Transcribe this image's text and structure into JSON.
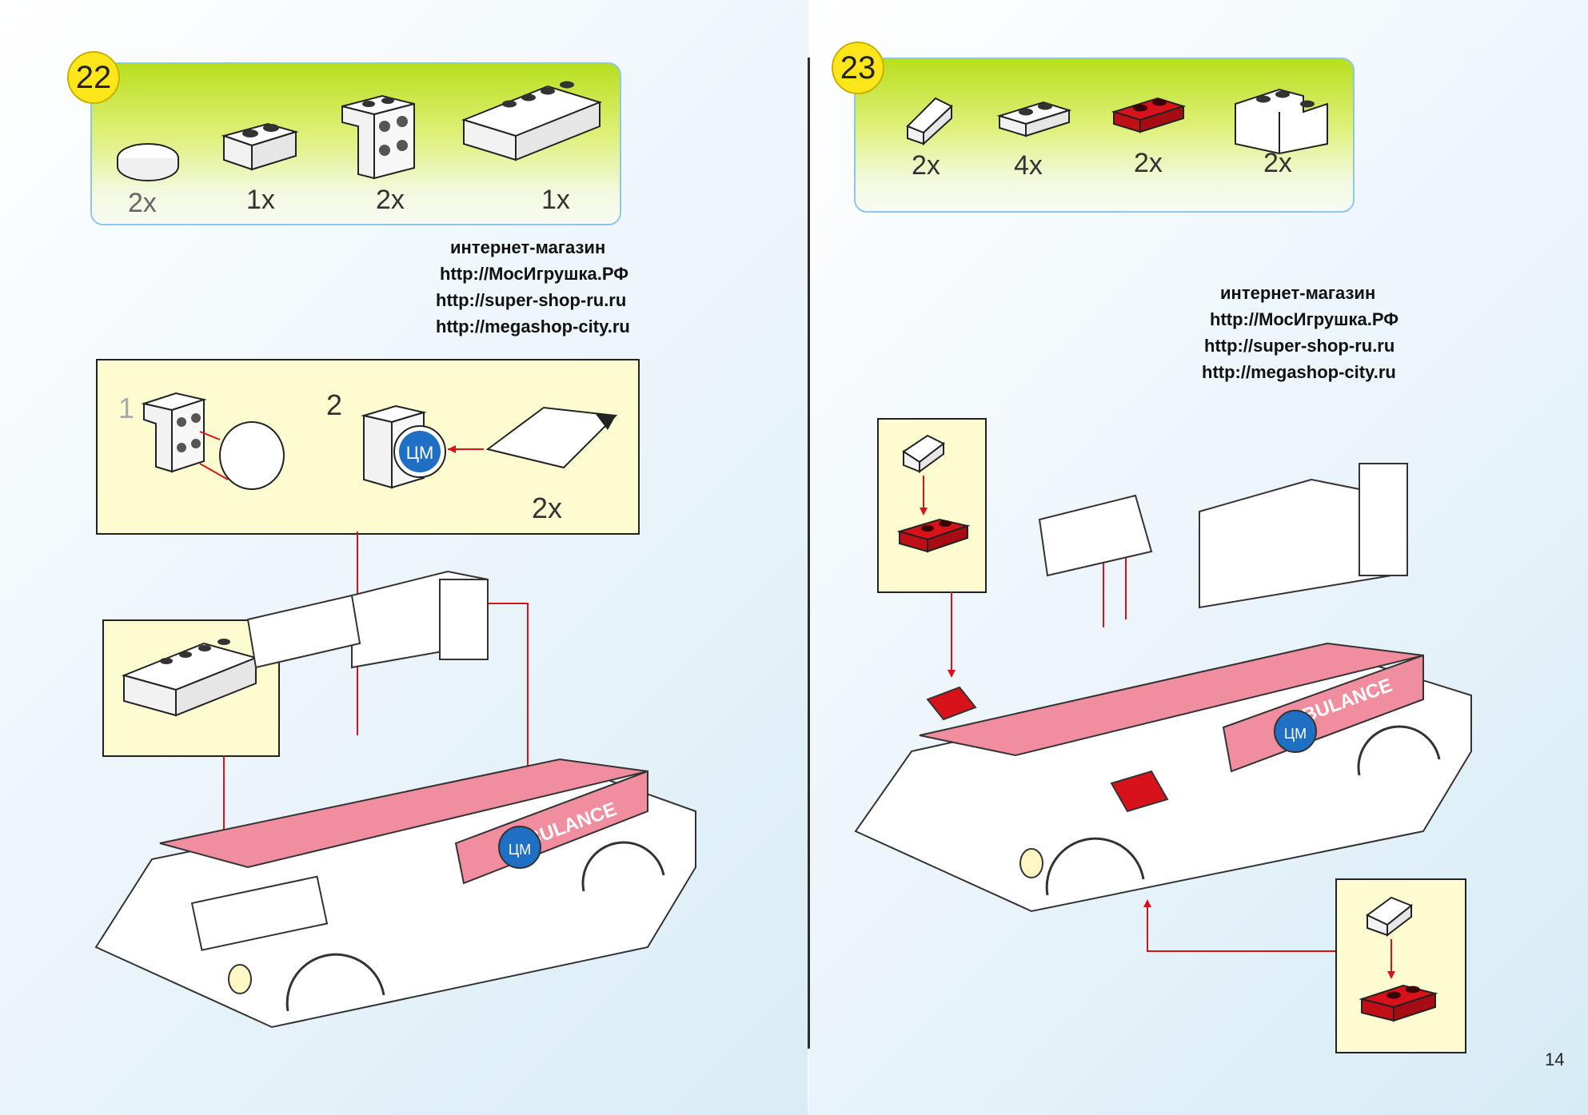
{
  "step22": {
    "number": "22",
    "parts": [
      {
        "qty": "2x",
        "icon": "round-tile-1x1-icon"
      },
      {
        "qty": "1x",
        "icon": "brick-1x2-icon"
      },
      {
        "qty": "2x",
        "icon": "bracket-2x2-icon"
      },
      {
        "qty": "1x",
        "icon": "slope-2x4-icon"
      }
    ],
    "substep1": "1",
    "substep2": "2",
    "sticker_qty": "2x",
    "sticker_text": "ЦΜ"
  },
  "step23": {
    "number": "23",
    "parts": [
      {
        "qty": "2x",
        "icon": "slope-1x1-icon"
      },
      {
        "qty": "4x",
        "icon": "plate-1x2-white-icon"
      },
      {
        "qty": "2x",
        "icon": "plate-1x2-red-icon"
      },
      {
        "qty": "2x",
        "icon": "corner-brick-icon"
      }
    ]
  },
  "watermark": {
    "line1": "интернет-магазин",
    "line2": "http://МосИгрушка.РФ",
    "line3": "http://super-shop-ru.ru",
    "line4": "http://megashop-city.ru"
  },
  "ambulance_text": "AMBULANCE",
  "logo_text": "ЦΜ",
  "page_number": "14",
  "colors": {
    "accent_green": "#b9df1f",
    "step_yellow": "#ffe61a",
    "body_pink": "#f08ea0",
    "sticker_blue": "#1f6fc4",
    "brick_red": "#d8121b"
  }
}
